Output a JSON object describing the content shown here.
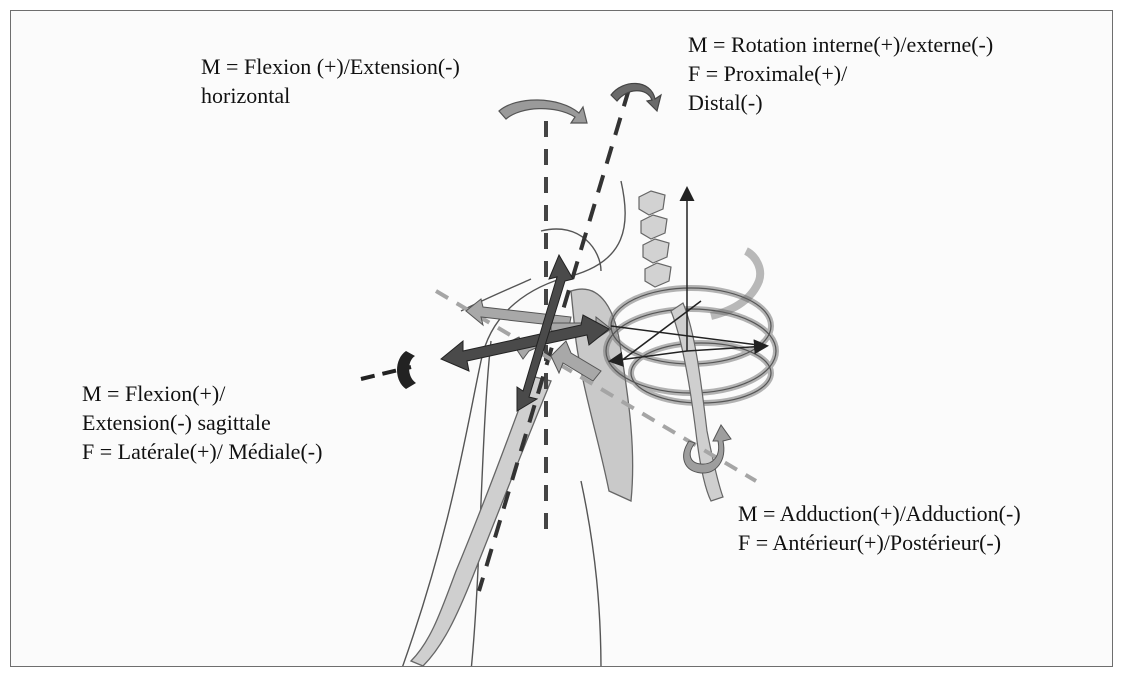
{
  "labels": {
    "horizontal_flexion": {
      "line1": "M = Flexion (+)/Extension(-)",
      "line2": "horizontal"
    },
    "rotation": {
      "line1": "M = Rotation interne(+)/externe(-)",
      "line2": "F = Proximale(+)/",
      "line3": "Distal(-)"
    },
    "sagittal_flexion": {
      "line1": "M = Flexion(+)/",
      "line2": "Extension(-) sagittale",
      "line3": "F = Latérale(+)/ Médiale(-)"
    },
    "adduction": {
      "line1": "M = Adduction(+)/Adduction(-)",
      "line2": "F = Antérieur(+)/Postérieur(-)"
    }
  },
  "colors": {
    "frame_border": "#6e6e6e",
    "bone_fill": "#c9c9c9",
    "arrow_dark": "#4a4a4a",
    "arrow_light": "#a8a8a8",
    "axis_line": "#222222",
    "text": "#111111"
  }
}
